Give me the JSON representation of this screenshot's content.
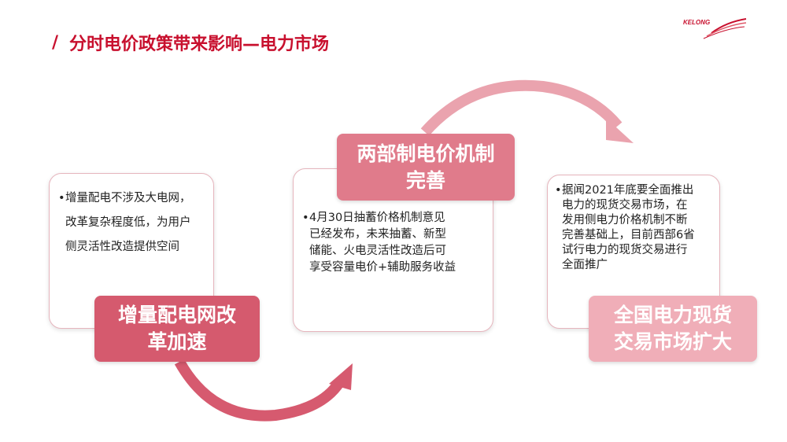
{
  "header": {
    "slash": "/",
    "title": "分时电价政策带来影响—电力市场",
    "logo_text": "KELONG"
  },
  "steps": [
    {
      "label_lines": [
        "增量配电网改",
        "革加速"
      ],
      "bullet": "•",
      "text_lines": [
        "增量配电不涉及大电网，",
        "改革复杂程度低，为用户",
        "侧灵活性改造提供空间"
      ]
    },
    {
      "label_lines": [
        "两部制电价机制",
        "完善"
      ],
      "bullet": "•",
      "text_lines": [
        "4月30日抽蓄价格机制意见",
        "已经发布，未来抽蓄、新型",
        "储能、火电灵活性改造后可",
        "享受容量电价+辅助服务收益"
      ]
    },
    {
      "label_lines": [
        "全国电力现货",
        "交易市场扩大"
      ],
      "bullet": "•",
      "text_lines": [
        "据闻2021年底要全面推出",
        "电力的现货交易市场，在",
        "发用侧电力价格机制不断",
        "完善基础上，目前西部6省",
        "试行电力的现货交易进行",
        "全面推广"
      ]
    }
  ],
  "colors": {
    "accent": "#c8102e",
    "label1": "#d55a6e",
    "label2": "#e07b8b",
    "label3": "#f0aeb8"
  }
}
